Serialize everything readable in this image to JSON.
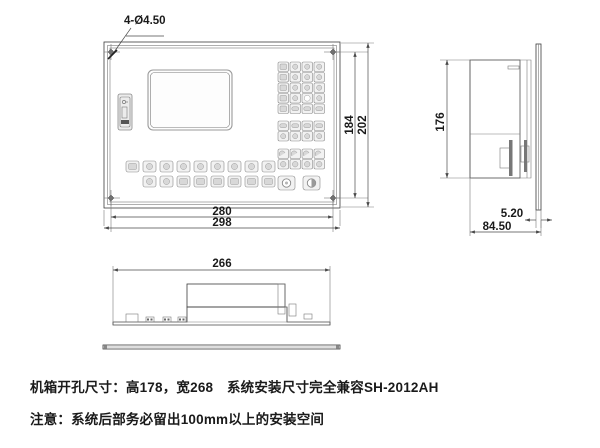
{
  "drawing": {
    "title_hidden": "",
    "views": {
      "front": {
        "name": "front-view",
        "callout_holes": "4-Ø4.50",
        "dimensions": {
          "outer_width": "298",
          "hole_width": "280",
          "outer_height": "202",
          "hole_height": "184"
        },
        "screen": {
          "name": "display-screen"
        },
        "usb_module": {
          "name": "usb-port-module"
        },
        "keypads": {
          "numeric_rows": 5,
          "numeric_cols": 4,
          "mid_rows": 2,
          "mid_cols": 4,
          "lower_rows": 2,
          "lower_cols": 4,
          "function_row_top_count": 9,
          "function_row_bottom_count": 8,
          "round_buttons": 2
        }
      },
      "side": {
        "name": "side-view",
        "dimensions": {
          "height": "176",
          "bezel_thickness": "5.20",
          "depth": "84.50"
        }
      },
      "bottom": {
        "name": "bottom-view",
        "dimensions": {
          "width": "266"
        }
      }
    }
  },
  "notes": {
    "line1": "机箱开孔尺寸：高178，宽268　系统安装尺寸完全兼容SH-2012AH",
    "line2": "注意：系统后部务必留出100mm以上的安装空间"
  },
  "colors": {
    "line": "#3c3c3c",
    "thin_line": "#7a7a7a",
    "key_fill": "#f2f2f2",
    "glyph_fill": "#d8d8d8",
    "text": "#1a1a1a",
    "background": "#ffffff"
  }
}
